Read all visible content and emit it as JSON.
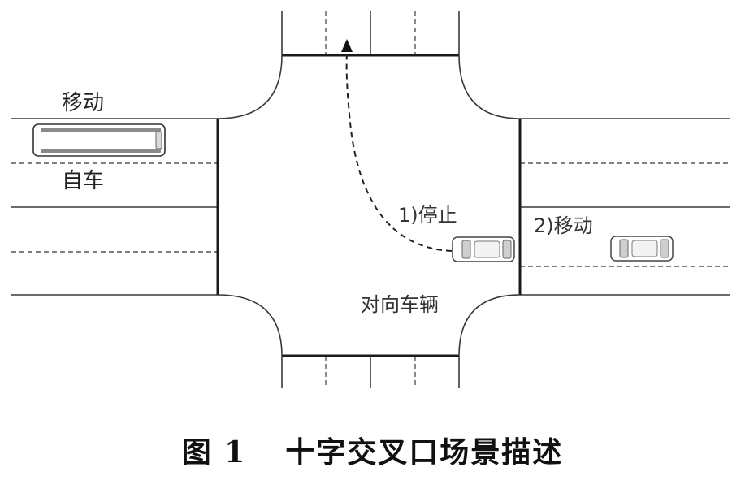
{
  "labels": {
    "bus_action": "移动",
    "ego": "自车",
    "car_stop": "1)停止",
    "car_move": "2)移动",
    "oncoming": "对向车辆"
  },
  "caption": {
    "number": "图 1",
    "title": "十字交叉口场景描述"
  },
  "vehicles": [
    {
      "name": "ego-bus",
      "type": "bus"
    },
    {
      "name": "oncoming-car-stopped",
      "type": "car",
      "state": "停止"
    },
    {
      "name": "oncoming-car-moving",
      "type": "car",
      "state": "移动"
    }
  ]
}
